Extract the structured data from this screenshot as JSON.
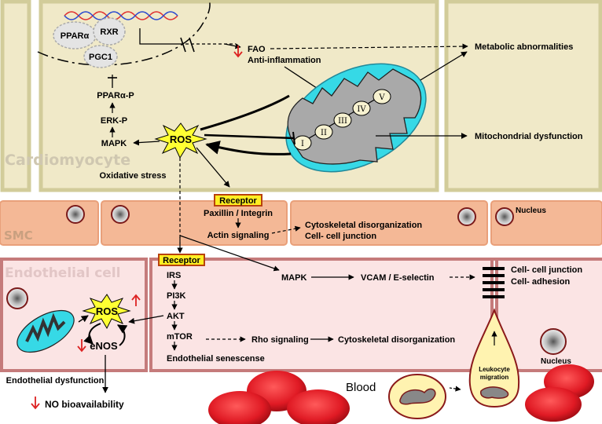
{
  "cardiomyocyte": {
    "title": "Cardiomyocyte",
    "receptors": [
      "PPARα",
      "RXR",
      "PGC1"
    ],
    "pathway": [
      "PPARα-P",
      "ERK-P",
      "MAPK"
    ],
    "ros": "ROS",
    "oxidative_stress": "Oxidative stress",
    "fao": "FAO",
    "anti_inflammation": "Anti-inflammation",
    "outcomes": [
      "Metabolic abnormalities",
      "Mitochondrial dysfunction"
    ],
    "complexes": [
      "I",
      "II",
      "III",
      "IV",
      "V"
    ]
  },
  "smc": {
    "title": "SMC",
    "receptor": "Receptor",
    "paxillin": "Paxillin / Integrin",
    "actin": "Actin signaling",
    "cyto1": "Cytoskeletal disorganization",
    "cyto2": "Cell- cell junction",
    "nucleus": "Nucleus"
  },
  "endothelial": {
    "title": "Endothelial cell",
    "ros": "ROS",
    "enos": "eNOS",
    "receptor": "Receptor",
    "pathway": [
      "IRS",
      "PI3K",
      "AKT",
      "mTOR"
    ],
    "senescence": "Endothelial senescense",
    "mapk": "MAPK",
    "vcam": "VCAM / E-selectin",
    "rho": "Rho signaling",
    "rho_out": "Cytoskeletal disorganization",
    "junction1": "Cell- cell junction",
    "junction2": "Cell- adhesion",
    "dysfunction": "Endothelial dysfunction",
    "no_bio": "NO bioavailability",
    "nucleus": "Nucleus"
  },
  "blood": {
    "label": "Blood",
    "leukocyte": [
      "Leukocyte",
      "migration"
    ]
  },
  "colors": {
    "cardio_bg": "#f0e9c8",
    "cardio_border": "#d2cc9a",
    "smc_bg": "#f4b896",
    "endo_bg": "#fbe4e4",
    "endo_border": "#c57b7b",
    "mito": "#36d9e6",
    "ros_star": "#ffff33",
    "rbc": "#e01a24",
    "red_arrow": "#d22222"
  }
}
